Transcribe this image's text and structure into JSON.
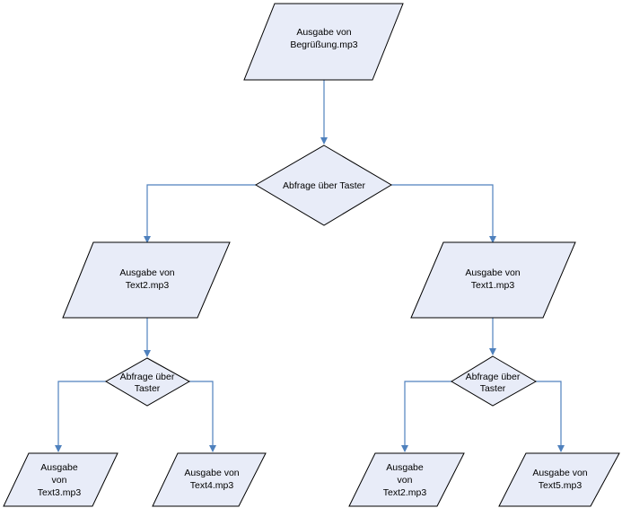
{
  "nodes": {
    "start": {
      "line1": "Ausgabe von",
      "line2": "Begrüßung.mp3"
    },
    "decision_main": {
      "label": "Abfrage über Taster"
    },
    "left_output": {
      "line1": "Ausgabe von",
      "line2": "Text2.mp3"
    },
    "right_output": {
      "line1": "Ausgabe von",
      "line2": "Text1.mp3"
    },
    "left_decision": {
      "line1": "Abfrage über",
      "line2": "Taster"
    },
    "right_decision": {
      "line1": "Abfrage über",
      "line2": "Taster"
    },
    "ll_output": {
      "line1": "Ausgabe",
      "line2": "von",
      "line3": "Text3.mp3"
    },
    "lr_output": {
      "line1": "Ausgabe von",
      "line2": "Text4.mp3"
    },
    "rl_output": {
      "line1": "Ausgabe",
      "line2": "von",
      "line3": "Text2.mp3"
    },
    "rr_output": {
      "line1": "Ausgabe von",
      "line2": "Text5.mp3"
    }
  },
  "colors": {
    "shape_fill": "#e8ecf8",
    "shape_stroke": "#000000",
    "connector": "#4f81bd"
  }
}
